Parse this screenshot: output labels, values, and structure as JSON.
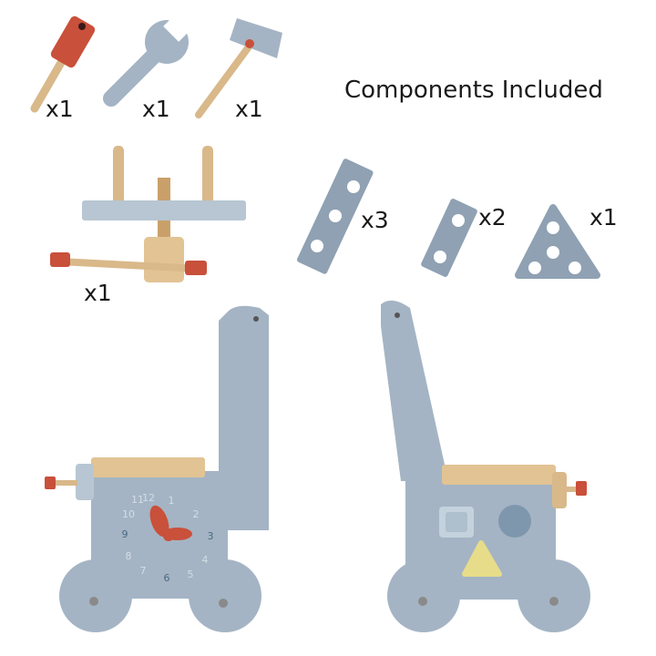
{
  "title": "Components Included",
  "quantities": {
    "screwdriver": "x1",
    "wrench": "x1",
    "hammer": "x1",
    "vise": "x1",
    "long_plank": "x3",
    "short_plank": "x2",
    "triangle": "x1"
  },
  "clock_numbers": [
    "12",
    "1",
    "2",
    "3",
    "4",
    "5",
    "6",
    "7",
    "8",
    "9",
    "10",
    "11"
  ],
  "colors": {
    "blue": "#a4b4c4",
    "blue_dark": "#8fa1b3",
    "wood": "#d9b88a",
    "red": "#c9503a",
    "yellow": "#e7dc8a"
  }
}
